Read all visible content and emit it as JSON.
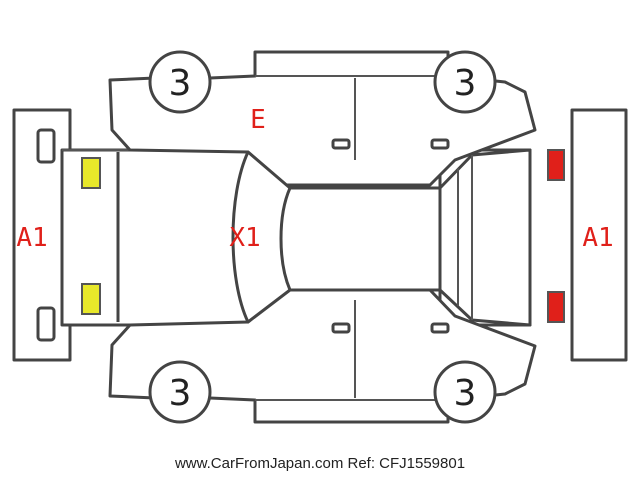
{
  "damage_codes": {
    "front_bumper_left": "A1",
    "rear_bumper_right": "A1",
    "roof_center": "X1",
    "left_front_panel": "E",
    "wheel_front_left": "3",
    "wheel_rear_left": "3",
    "wheel_front_right": "3",
    "wheel_rear_right": "3"
  },
  "colors": {
    "damage_text": "#e0201a",
    "front_lights": "#e8e82a",
    "rear_lights": "#e0201a",
    "outline": "#444444"
  },
  "footer": "www.CarFromJapan.com Ref: CFJ1559801"
}
